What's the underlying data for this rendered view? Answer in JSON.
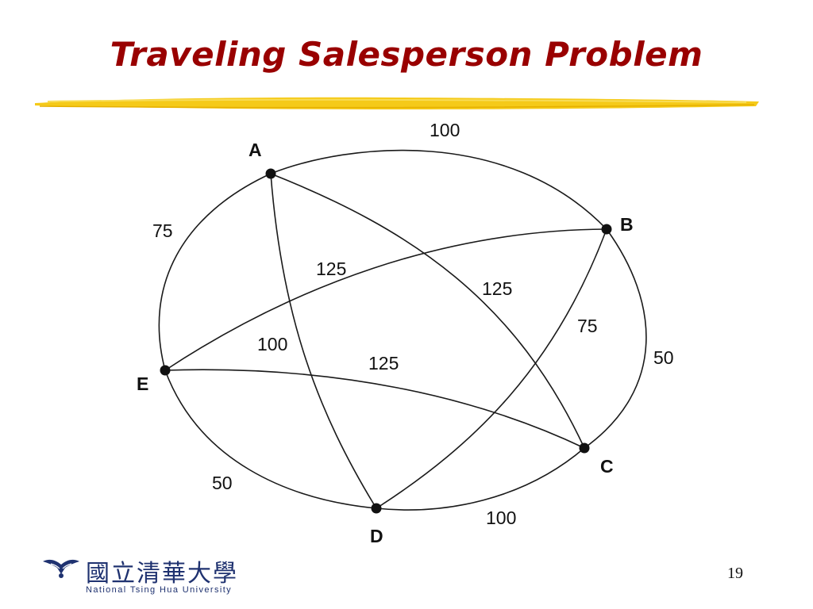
{
  "slide": {
    "title": "Traveling Salesperson Problem",
    "page_number": "19",
    "title_color": "#990000",
    "underline_color": "#f4c400"
  },
  "graph": {
    "nodes": {
      "A": "A",
      "B": "B",
      "C": "C",
      "D": "D",
      "E": "E"
    },
    "edges": {
      "A_B": "100",
      "B_C": "50",
      "C_D": "100",
      "D_E": "50",
      "E_A": "75",
      "E_B": "125",
      "A_C": "125",
      "B_D": "75",
      "A_D": "100",
      "E_C": "125"
    }
  },
  "logo": {
    "chinese_name": "國立清華大學",
    "english_name": "National Tsing Hua University",
    "mark_icon": "nthu-emblem-icon"
  }
}
